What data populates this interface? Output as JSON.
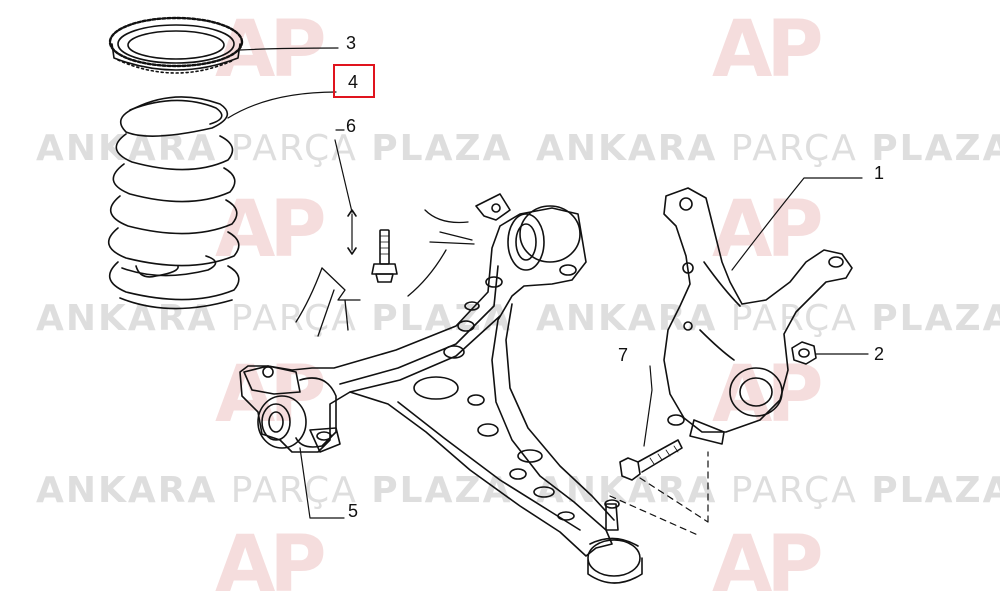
{
  "watermark": {
    "brand_bold_1": "ANKARA",
    "brand_light": "PARÇA",
    "brand_bold_2": "PLAZA",
    "logo_text": "AP"
  },
  "callouts": [
    {
      "id": "1",
      "label": "1",
      "part": "steering-knuckle"
    },
    {
      "id": "2",
      "label": "2",
      "part": "nut"
    },
    {
      "id": "3",
      "label": "3",
      "part": "spring-seat"
    },
    {
      "id": "4",
      "label": "4",
      "part": "coil-spring",
      "highlighted": true
    },
    {
      "id": "5",
      "label": "5",
      "part": "control-arm-bushing"
    },
    {
      "id": "6",
      "label": "6",
      "part": "bolt"
    },
    {
      "id": "7",
      "label": "7",
      "part": "pinch-bolt"
    }
  ],
  "colors": {
    "highlight": "#e0141e",
    "line": "#111111",
    "watermark_text": "#d4d4d4",
    "watermark_logo": "#f1cfcf"
  }
}
